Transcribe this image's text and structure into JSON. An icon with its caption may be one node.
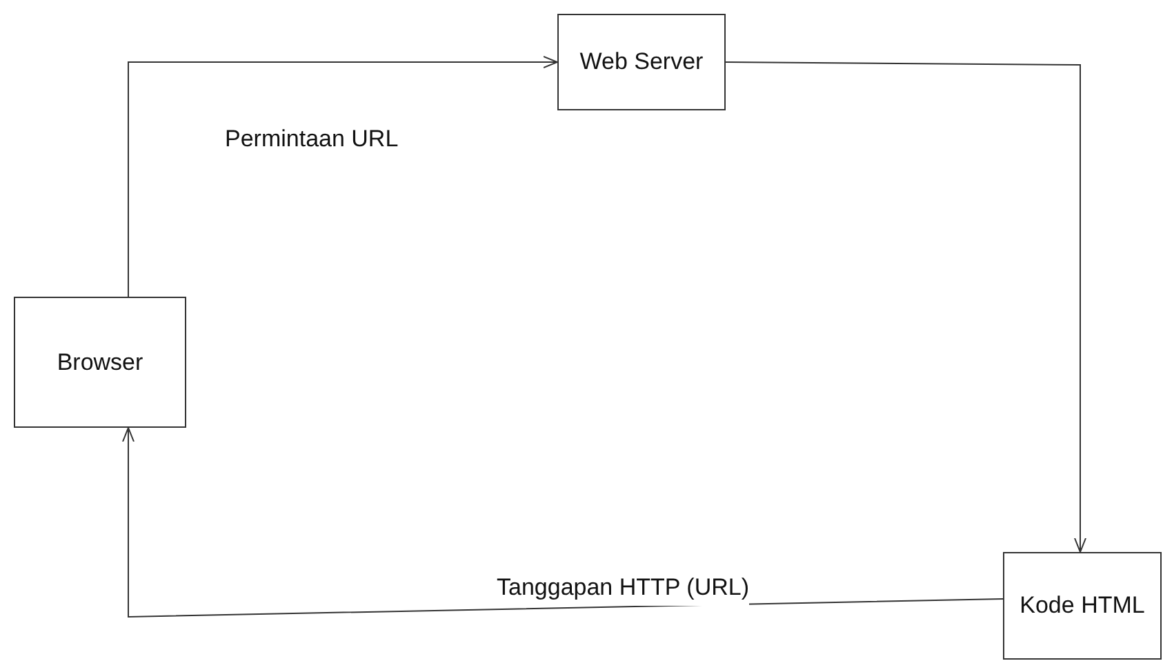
{
  "diagram": {
    "nodes": [
      {
        "text": [
          "Browser"
        ]
      },
      {
        "text": [
          "Web Server"
        ]
      },
      {
        "text": [
          "Kode HTML"
        ]
      }
    ],
    "edges": [
      {
        "from": 0,
        "to": 1,
        "arrow": "to",
        "label": "Permintaan URL"
      },
      {
        "from": 1,
        "to": 2,
        "arrow": "to"
      },
      {
        "from": 2,
        "to": 0,
        "arrow": "to",
        "label": "Tanggapan HTTP (URL)"
      }
    ]
  }
}
